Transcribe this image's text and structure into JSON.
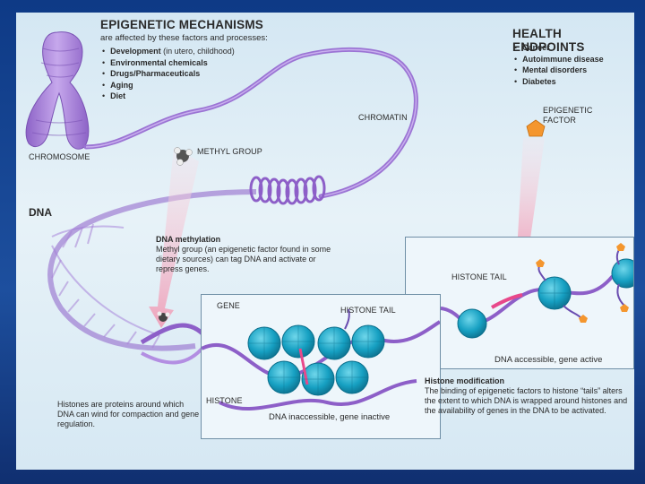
{
  "mechanisms": {
    "title": "EPIGENETIC MECHANISMS",
    "subtitle": "are affected by these factors and processes:",
    "items": [
      {
        "label": "Development",
        "note": " (in utero, childhood)"
      },
      {
        "label": "Environmental chemicals",
        "note": ""
      },
      {
        "label": "Drugs/Pharmaceuticals",
        "note": ""
      },
      {
        "label": "Aging",
        "note": ""
      },
      {
        "label": "Diet",
        "note": ""
      }
    ]
  },
  "health": {
    "title": "HEALTH ENDPOINTS",
    "items": [
      "Cancer",
      "Autoimmune disease",
      "Mental disorders",
      "Diabetes"
    ]
  },
  "labels": {
    "chromosome": "CHROMOSOME",
    "chromatin": "CHROMATIN",
    "methyl_group": "METHYL GROUP",
    "epigenetic_factor": "EPIGENETIC\nFACTOR",
    "dna": "DNA",
    "gene": "GENE",
    "histone_tail_left": "HISTONE TAIL",
    "histone_tail_right": "HISTONE TAIL",
    "histone": "HISTONE",
    "dna_inaccessible": "DNA inaccessible, gene inactive",
    "dna_accessible": "DNA accessible, gene active"
  },
  "methylation": {
    "title": "DNA methylation",
    "text": "Methyl group (an epigenetic factor found in some dietary sources) can tag DNA and activate or repress genes."
  },
  "histones_note": "Histones are proteins around which DNA can wind for compaction and gene regulation.",
  "histone_mod": {
    "title": "Histone modification",
    "text": "The binding of epigenetic factors to histone “tails” alters the extent to which DNA is wrapped around histones and the availability of genes in the DNA to be activated."
  },
  "colors": {
    "chromosome": "#a884d6",
    "dna_strand": "#8d5fc8",
    "histone": "#1aa6c6",
    "pink_arrow": "#f2b6c8",
    "factor": "#f4962e",
    "gene_mark": "#e8488a"
  }
}
